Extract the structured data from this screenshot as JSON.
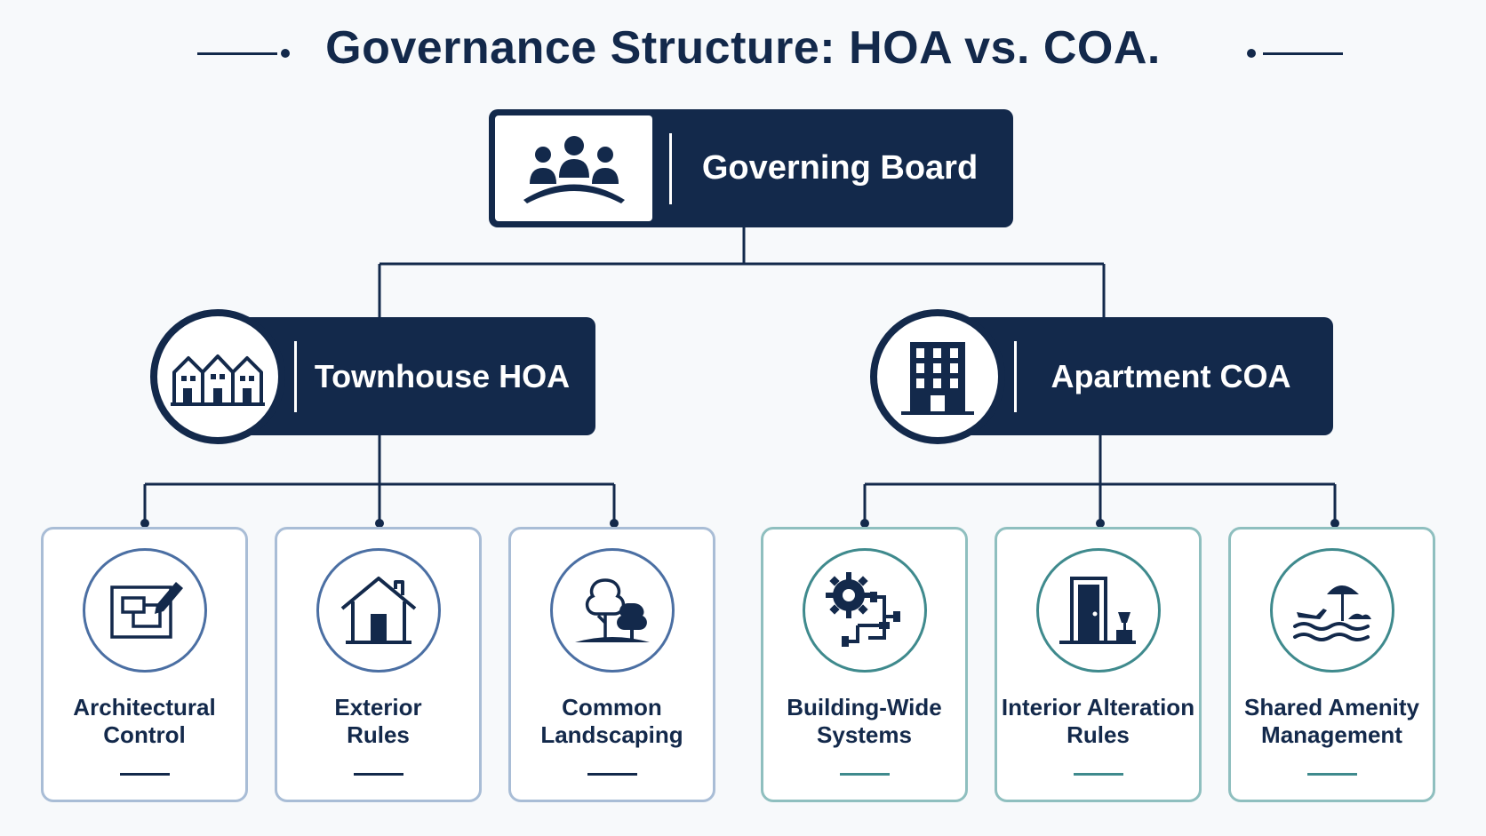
{
  "title": "Governance Structure: HOA vs. COA.",
  "board": {
    "label": "Governing Board",
    "icon": "meeting-table-icon"
  },
  "associations": [
    {
      "label": "Townhouse HOA",
      "icon": "townhouses-icon"
    },
    {
      "label": "Apartment COA",
      "icon": "apartment-building-icon"
    }
  ],
  "hoa_items": [
    {
      "label_line1": "Architectural",
      "label_line2": "Control",
      "icon": "blueprint-pencil-icon"
    },
    {
      "label_line1": "Exterior",
      "label_line2": "Rules",
      "icon": "house-icon"
    },
    {
      "label_line1": "Common",
      "label_line2": "Landscaping",
      "icon": "trees-icon"
    }
  ],
  "coa_items": [
    {
      "label_line1": "Building-Wide",
      "label_line2": "Systems",
      "icon": "gear-pipes-icon"
    },
    {
      "label_line1": "Interior Alteration",
      "label_line2": "Rules",
      "icon": "door-lamp-icon"
    },
    {
      "label_line1": "Shared Amenity",
      "label_line2": "Management",
      "icon": "pool-umbrella-icon"
    }
  ],
  "colors": {
    "navy": "#13294b",
    "hoa_accent": "#4b6fa3",
    "coa_accent": "#3f8a8d",
    "background": "#f7f9fb"
  }
}
